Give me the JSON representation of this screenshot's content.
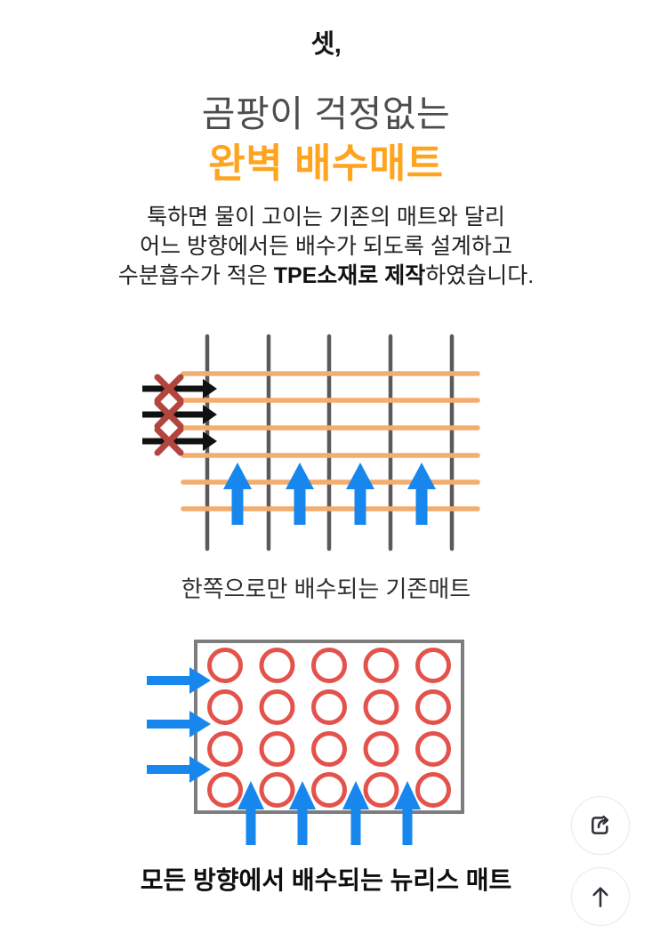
{
  "header": {
    "step_label": "셋,",
    "title_muted": "곰팡이 걱정없는",
    "title_accent": "완벽 배수매트"
  },
  "intro": {
    "line1": "툭하면 물이 고이는 기존의 매트와 달리",
    "line2": "어느 방향에서든 배수가 되도록 설계하고",
    "line3_prefix": "수분흡수가 적은 ",
    "line3_bold": "TPE소재로 제작",
    "line3_suffix": "하였습니다."
  },
  "diagram_old_mat": {
    "caption": "한쪽으로만 배수되는 기존매트",
    "vertical_gray_lines": 5,
    "horizontal_orange_lines": 6,
    "blocked_inflow_arrows": 3,
    "blocked_x_marks": 3,
    "upward_drain_arrows": 4
  },
  "diagram_new_mat": {
    "caption": "모든 방향에서 배수되는 뉴리스 매트",
    "hole_rows": 4,
    "hole_cols": 5,
    "side_inflow_arrows": 3,
    "bottom_drain_arrows": 4
  },
  "floating_actions": {
    "share_icon": "share-icon",
    "scroll_top_icon": "arrow-up-icon"
  },
  "colors": {
    "accent_orange": "#FFA41E",
    "muted_title_gray": "#4D4D4D",
    "mat_line_orange": "#F3AD6F",
    "mat_line_gray": "#5A5A5A",
    "arrow_black": "#111111",
    "blocked_x_red": "#B3453F",
    "water_blue": "#1787EE",
    "hole_red": "#E4524C",
    "box_border_gray": "#7D7D7D"
  }
}
